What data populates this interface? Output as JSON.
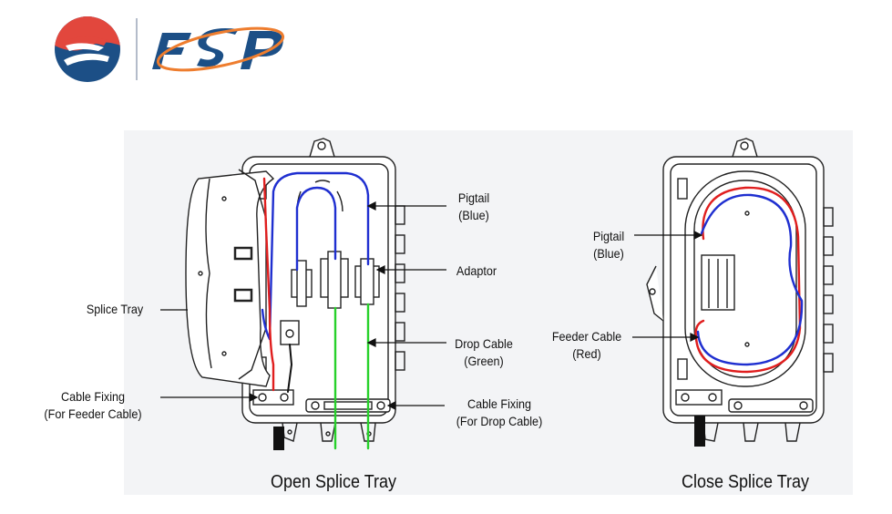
{
  "brand": {
    "logo_text": "FSP",
    "colors": {
      "red": "#e2473d",
      "navy": "#1c4f86",
      "orange": "#ee7d2e",
      "ring": "#4a6a9a"
    }
  },
  "fiber_colors": {
    "pigtail": "#1f2fd0",
    "feeder": "#e01e1e",
    "drop": "#27d12a",
    "black": "#111111"
  },
  "open_tray": {
    "caption": "Open Splice Tray",
    "labels": {
      "pigtail": [
        "Pigtail",
        "(Blue)"
      ],
      "adaptor": [
        "Adaptor"
      ],
      "splice_tray": [
        "Splice Tray"
      ],
      "drop_cable": [
        "Drop Cable",
        "(Green)"
      ],
      "cable_fixing_feeder": [
        "Cable Fixing",
        "(For Feeder Cable)"
      ],
      "cable_fixing_drop": [
        "Cable Fixing",
        "(For Drop Cable)"
      ]
    }
  },
  "close_tray": {
    "caption": "Close Splice Tray",
    "labels": {
      "pigtail": [
        "Pigtail",
        "(Blue)"
      ],
      "feeder_cable": [
        "Feeder Cable",
        "(Red)"
      ]
    }
  }
}
